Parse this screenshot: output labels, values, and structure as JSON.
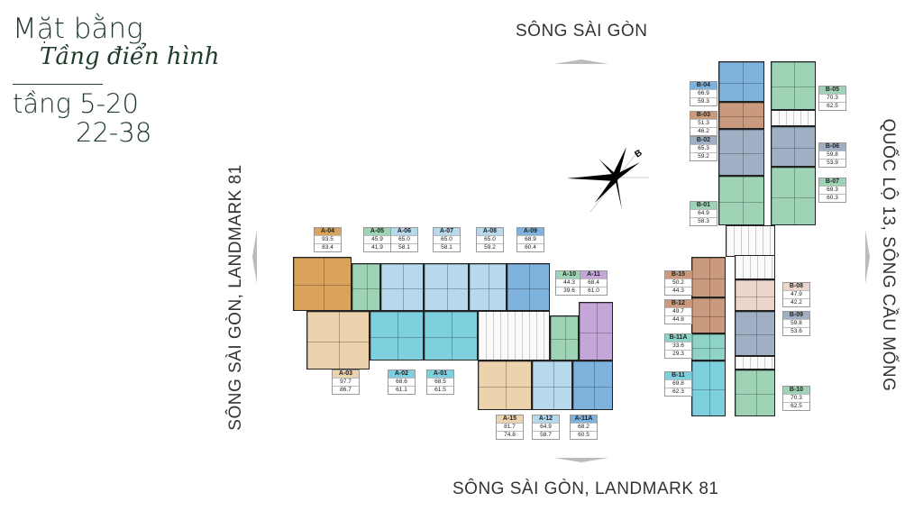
{
  "title": {
    "line1": "Mặt bằng",
    "line2": "Tầng điển hình",
    "floors1": "tầng 5-20",
    "floors2": "22-38"
  },
  "directions": {
    "top": "SÔNG SÀI GÒN",
    "bottom": "SÔNG SÀI GÒN, LANDMARK 81",
    "left": "SÔNG SÀI GÒN, LANDMARK 81",
    "right": "QUỐC LỘ 13, SÔNG CẦU MỐNG"
  },
  "compass": {
    "north_label": "B"
  },
  "colors": {
    "orange": "#d9a35c",
    "tan": "#ecd3ad",
    "green": "#9ed3b5",
    "lightblue": "#b7d9ee",
    "blue": "#7fb3de",
    "cyan": "#7fd0df",
    "purple": "#c5a6d8",
    "brown": "#c99a7e",
    "grey": "#9fb0c4",
    "pink": "#ecd6cc",
    "teal": "#8fd3c6"
  },
  "units": [
    {
      "code": "A-04",
      "a1": "93.5",
      "a2": "83.4",
      "color": "orange"
    },
    {
      "code": "A-05",
      "a1": "45.9",
      "a2": "41.9",
      "color": "green"
    },
    {
      "code": "A-06",
      "a1": "65.0",
      "a2": "58.1",
      "color": "lightblue"
    },
    {
      "code": "A-07",
      "a1": "65.0",
      "a2": "58.1",
      "color": "lightblue"
    },
    {
      "code": "A-08",
      "a1": "65.0",
      "a2": "59.2",
      "color": "lightblue"
    },
    {
      "code": "A-09",
      "a1": "68.9",
      "a2": "60.4",
      "color": "blue"
    },
    {
      "code": "A-10",
      "a1": "44.3",
      "a2": "39.6",
      "color": "green"
    },
    {
      "code": "A-11",
      "a1": "68.4",
      "a2": "61.0",
      "color": "purple"
    },
    {
      "code": "A-03",
      "a1": "97.7",
      "a2": "86.7",
      "color": "tan"
    },
    {
      "code": "A-02",
      "a1": "68.6",
      "a2": "61.1",
      "color": "cyan"
    },
    {
      "code": "A-01",
      "a1": "68.5",
      "a2": "61.5",
      "color": "cyan"
    },
    {
      "code": "A-15",
      "a1": "81.7",
      "a2": "74.8",
      "color": "tan"
    },
    {
      "code": "A-12",
      "a1": "64.9",
      "a2": "58.7",
      "color": "lightblue"
    },
    {
      "code": "A-11A",
      "a1": "68.2",
      "a2": "60.5",
      "color": "blue"
    },
    {
      "code": "B-04",
      "a1": "66.9",
      "a2": "59.3",
      "color": "blue"
    },
    {
      "code": "B-03",
      "a1": "51.3",
      "a2": "46.2",
      "color": "brown"
    },
    {
      "code": "B-02",
      "a1": "65.3",
      "a2": "59.2",
      "color": "grey"
    },
    {
      "code": "B-01",
      "a1": "64.9",
      "a2": "58.3",
      "color": "green"
    },
    {
      "code": "B-05",
      "a1": "70.3",
      "a2": "62.5",
      "color": "green"
    },
    {
      "code": "B-06",
      "a1": "59.8",
      "a2": "53.9",
      "color": "grey"
    },
    {
      "code": "B-07",
      "a1": "69.3",
      "a2": "60.3",
      "color": "green"
    },
    {
      "code": "B-15",
      "a1": "50.2",
      "a2": "44.3",
      "color": "brown"
    },
    {
      "code": "B-12",
      "a1": "49.7",
      "a2": "44.8",
      "color": "brown"
    },
    {
      "code": "B-11A",
      "a1": "33.6",
      "a2": "29.3",
      "color": "teal"
    },
    {
      "code": "B-11",
      "a1": "69.8",
      "a2": "62.3",
      "color": "cyan"
    },
    {
      "code": "B-08",
      "a1": "47.9",
      "a2": "42.2",
      "color": "pink"
    },
    {
      "code": "B-09",
      "a1": "59.8",
      "a2": "53.6",
      "color": "grey"
    },
    {
      "code": "B-10",
      "a1": "70.3",
      "a2": "62.5",
      "color": "green"
    }
  ]
}
